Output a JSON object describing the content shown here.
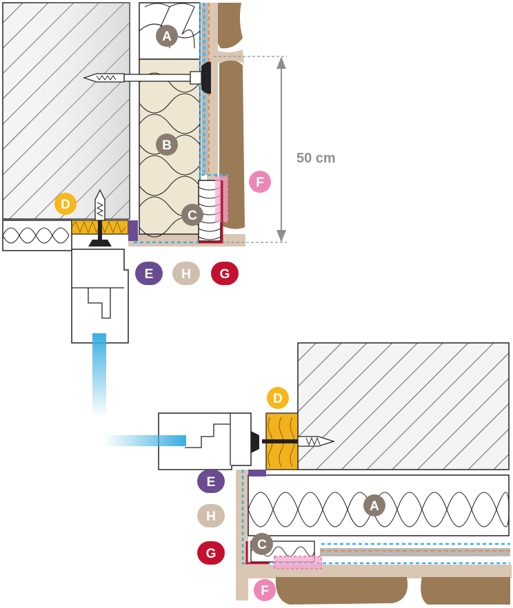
{
  "labels": {
    "A": "A",
    "B": "B",
    "C": "C",
    "D": "D",
    "E": "E",
    "F": "F",
    "G": "G",
    "H": "H"
  },
  "dimension": {
    "text": "50 cm"
  },
  "colors": {
    "badge_brown": "#8a7b71",
    "badge_yellow": "#f6b81d",
    "badge_purple": "#6a4c93",
    "badge_tan": "#d0bfae",
    "badge_red": "#c4102e",
    "badge_pink": "#ec86b5",
    "masonry_bg": "#eeeeee",
    "insulation_beige": "#efe6d2",
    "foam_yellow": "#f2b21e",
    "plaster": "#d9c6b3",
    "earth_brown": "#9b7a56",
    "membrane_blue": "#3aaee0",
    "membrane_orange": "#f08a3c",
    "pink_tape": "#f3a6cf",
    "seal_red": "#c4102e",
    "seal_purple": "#6a4c93",
    "light_arrow": "#6cc6ec",
    "dim_gray": "#8f8f8f"
  }
}
